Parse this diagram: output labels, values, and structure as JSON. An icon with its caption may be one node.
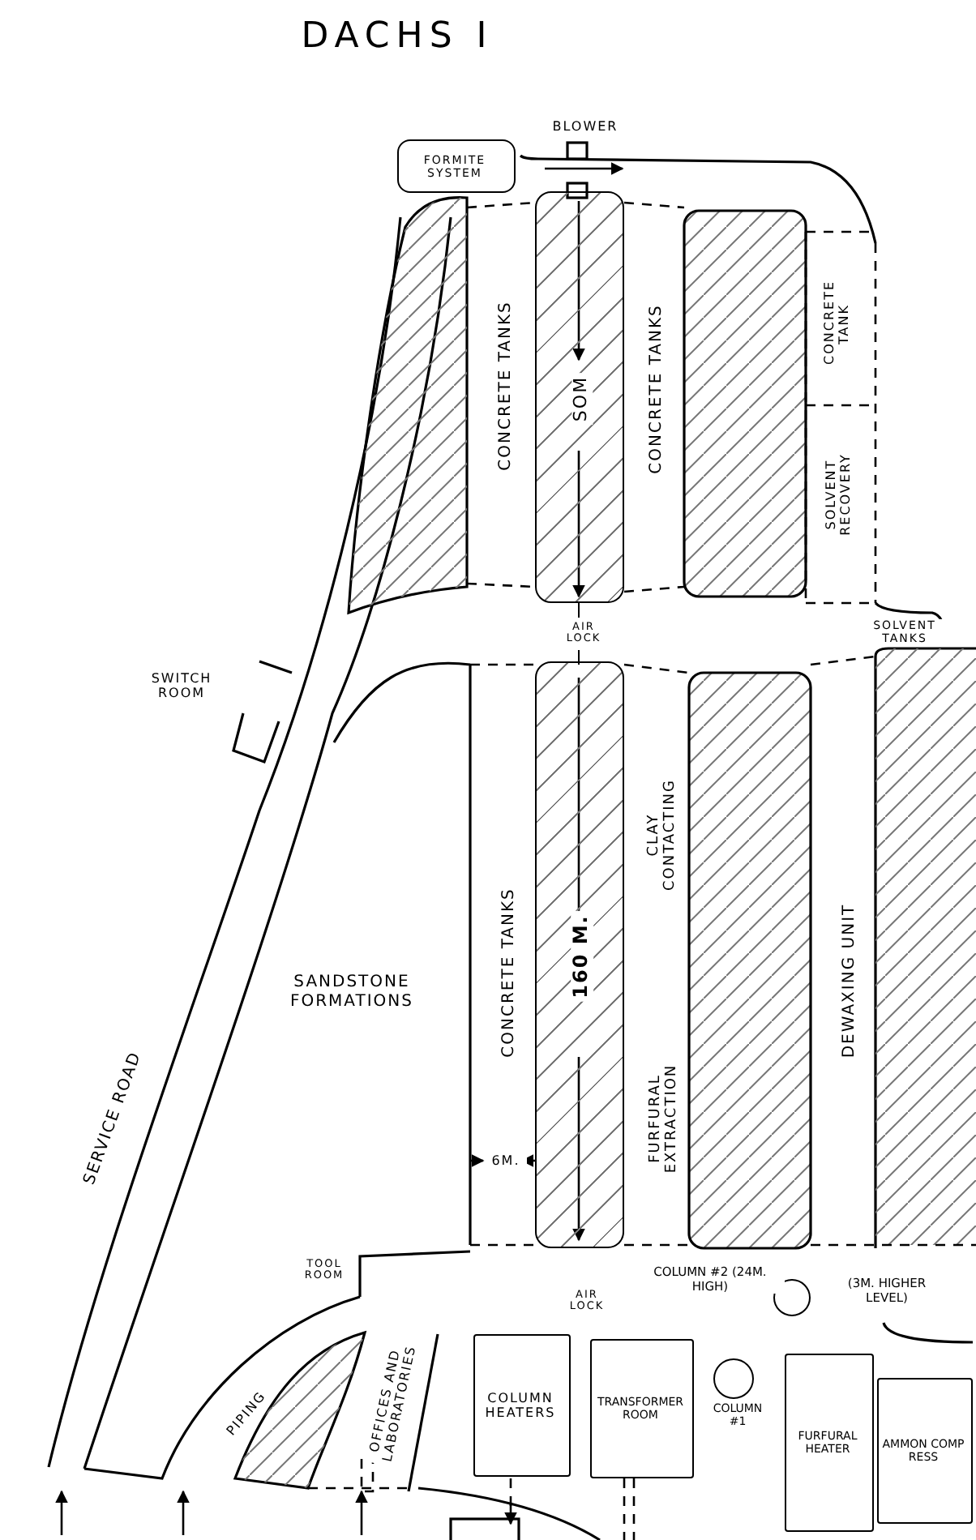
{
  "diagram": {
    "title": "DACHS I",
    "nodes": [
      {
        "text": [
          "FORMITE SYSTEM"
        ]
      },
      {
        "text": [
          "SOM"
        ]
      },
      {
        "text": [
          "160 M."
        ]
      },
      {
        "text": [],
        "shape": "circle",
        "beside": [
          "COLUMN #2 (24M. HIGH)",
          "(3M. HIGHER LEVEL)"
        ]
      },
      {
        "text": [
          "COLUMN HEATERS"
        ]
      },
      {
        "text": [
          "TRANSFORMER ROOM"
        ]
      },
      {
        "text": [],
        "shape": "circle",
        "beside": [
          "COLUMN #1"
        ]
      },
      {
        "text": [
          "FURFURAL HEATER"
        ]
      },
      {
        "text": [
          "AMMON COMP RESS"
        ]
      }
    ],
    "labels": [
      "BLOWER",
      "CONCRETE TANKS",
      "CONCRETE TANKS",
      "CONCRETE TANK",
      "SOLVENT RECOVERY",
      "AIR LOCK",
      "SOLVENT TANKS",
      "SWITCH ROOM",
      "CLAY CONTACTING",
      "SANDSTONE FORMATIONS",
      "CONCRETE TANKS",
      "FURFURAL EXTRACTION",
      "DEWAXING UNIT",
      "6M.",
      "SERVICE ROAD",
      "TOOL ROOM",
      "AIR LOCK",
      "PIPING",
      "OFFICES AND LABORATORIES"
    ]
  }
}
